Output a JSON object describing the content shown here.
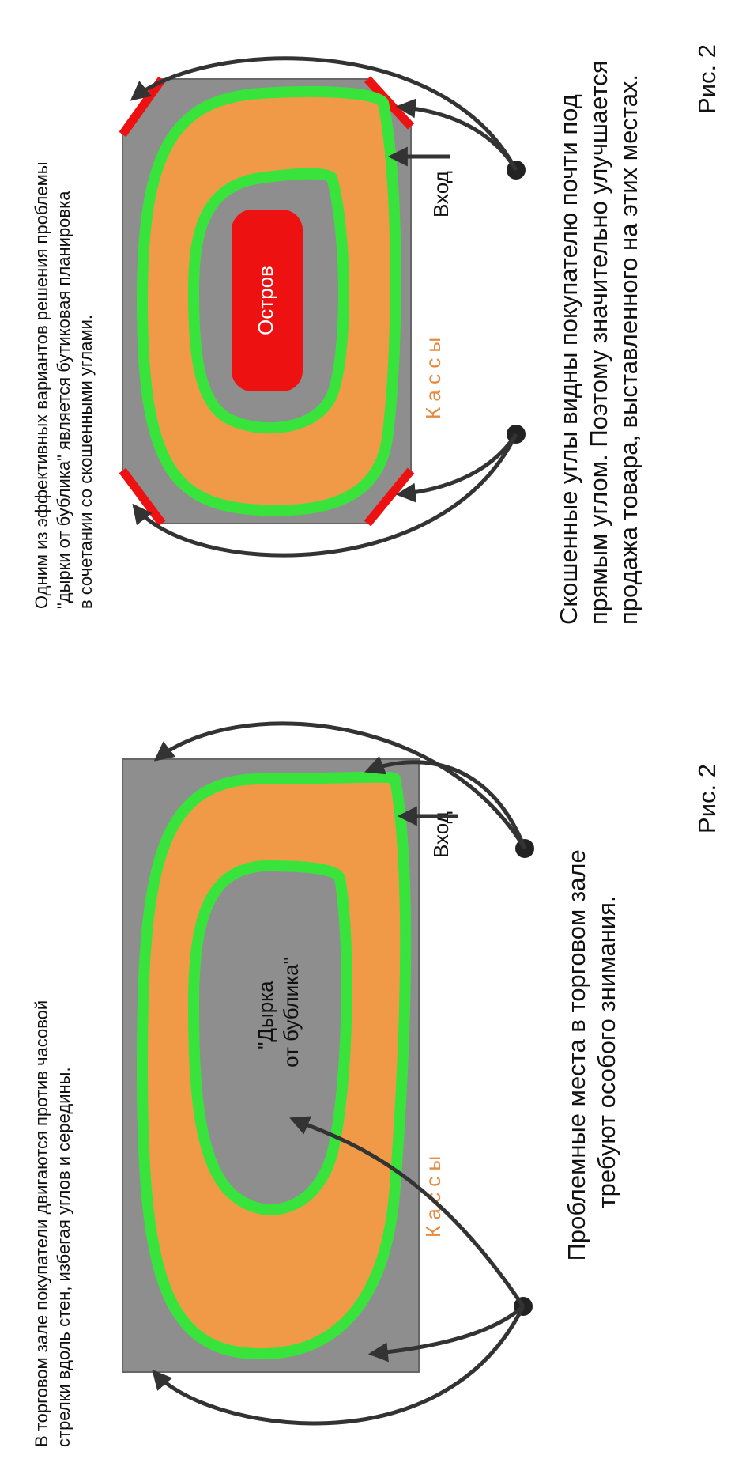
{
  "figures": [
    {
      "fig_label": "Рис. 2",
      "caption": [
        "В торговом зале покупатели двигаются против часовой",
        "стрелки вдоль стен, избегая углов и середины."
      ],
      "center_label": [
        "\"Дырка",
        "от бублика\""
      ],
      "cashiers_label": "К а с с ы",
      "entrance_label": "Вход",
      "bottom_note": [
        "Проблемные места в торговом зале",
        "требуют особого знимания."
      ]
    },
    {
      "fig_label": "Рис. 2",
      "caption": [
        "Одним из эффективных вариантов решения проблемы",
        "\"дырки от бублика\" является бутиковая планировка",
        "в сочетании со скошенными углами."
      ],
      "center_label": "Остров",
      "cashiers_label": "К а с с ы",
      "entrance_label": "Вход",
      "bottom_note": [
        "Скошенные углы видны покупателю почти под",
        "прямым углом. Поэтому значительно улучшается",
        "продажа товара, выставленного на этих местах."
      ]
    }
  ],
  "colors": {
    "hall": "#8e8e8e",
    "flow_zone": "#f09a48",
    "flow_border": "#38e43c",
    "island": "#ee1111",
    "beveled_corner": "#ee1111",
    "cashiers_text": "#e58a3e"
  }
}
